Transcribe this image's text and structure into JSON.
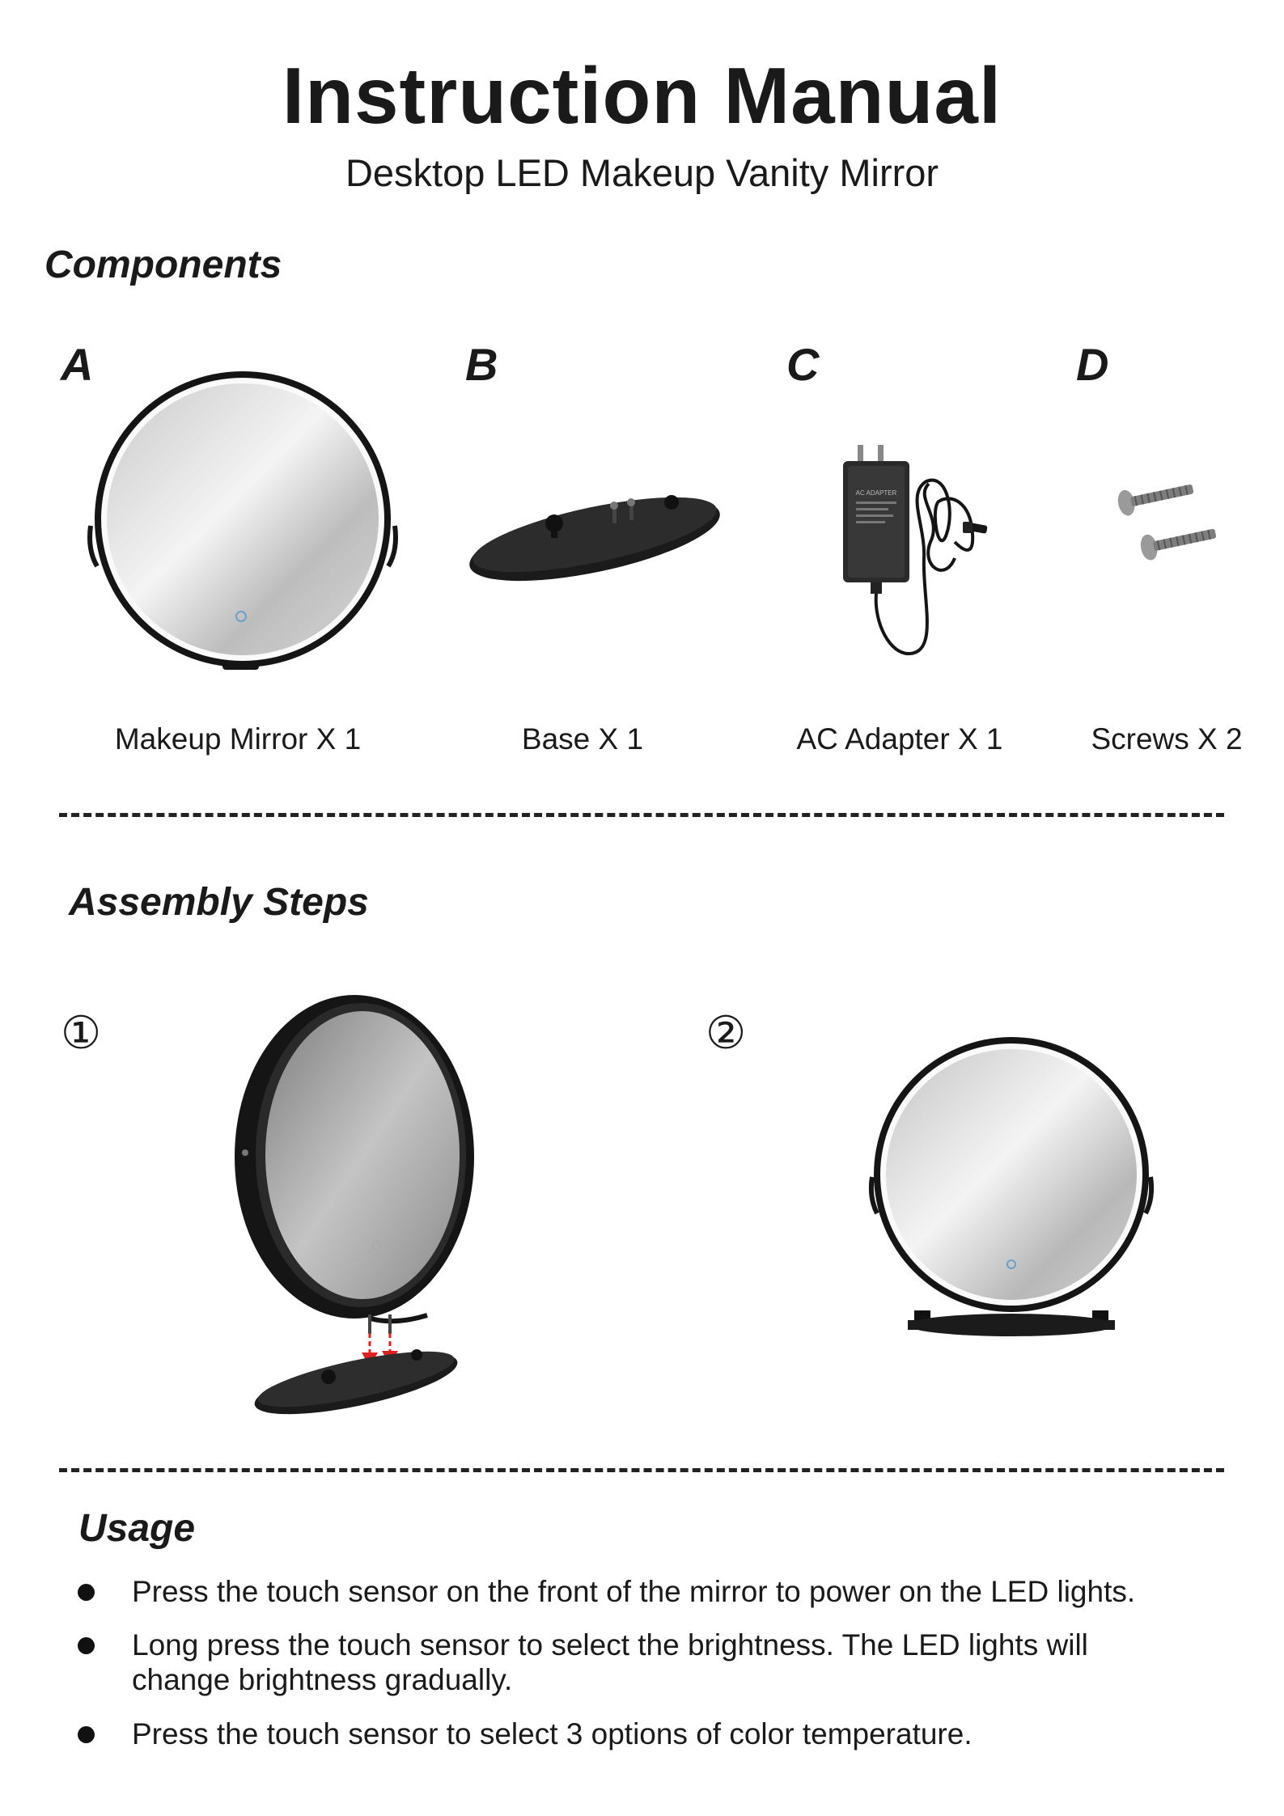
{
  "header": {
    "title": "Instruction Manual",
    "subtitle": "Desktop LED Makeup Vanity Mirror"
  },
  "components": {
    "heading": "Components",
    "items": [
      {
        "letter": "A",
        "caption": "Makeup Mirror X 1",
        "icon": "round-led-mirror-icon"
      },
      {
        "letter": "B",
        "caption": "Base X 1",
        "icon": "oval-base-icon"
      },
      {
        "letter": "C",
        "caption": "AC Adapter X 1",
        "icon": "ac-adapter-icon"
      },
      {
        "letter": "D",
        "caption": "Screws X 2",
        "icon": "screws-icon"
      }
    ],
    "adapter_label": "AC ADAPTER"
  },
  "assembly": {
    "heading": "Assembly Steps",
    "steps": [
      {
        "number": "①"
      },
      {
        "number": "②"
      }
    ]
  },
  "usage": {
    "heading": "Usage",
    "bullets": [
      "Press the touch sensor on the front of the mirror to power on the LED lights.",
      "Long press the touch sensor to select the brightness. The LED lights will change brightness gradually.",
      "Press the touch sensor to select 3 options of color temperature."
    ]
  },
  "colors": {
    "frame": "#151515",
    "arrow": "#e02020",
    "text": "#1a1a1a"
  }
}
